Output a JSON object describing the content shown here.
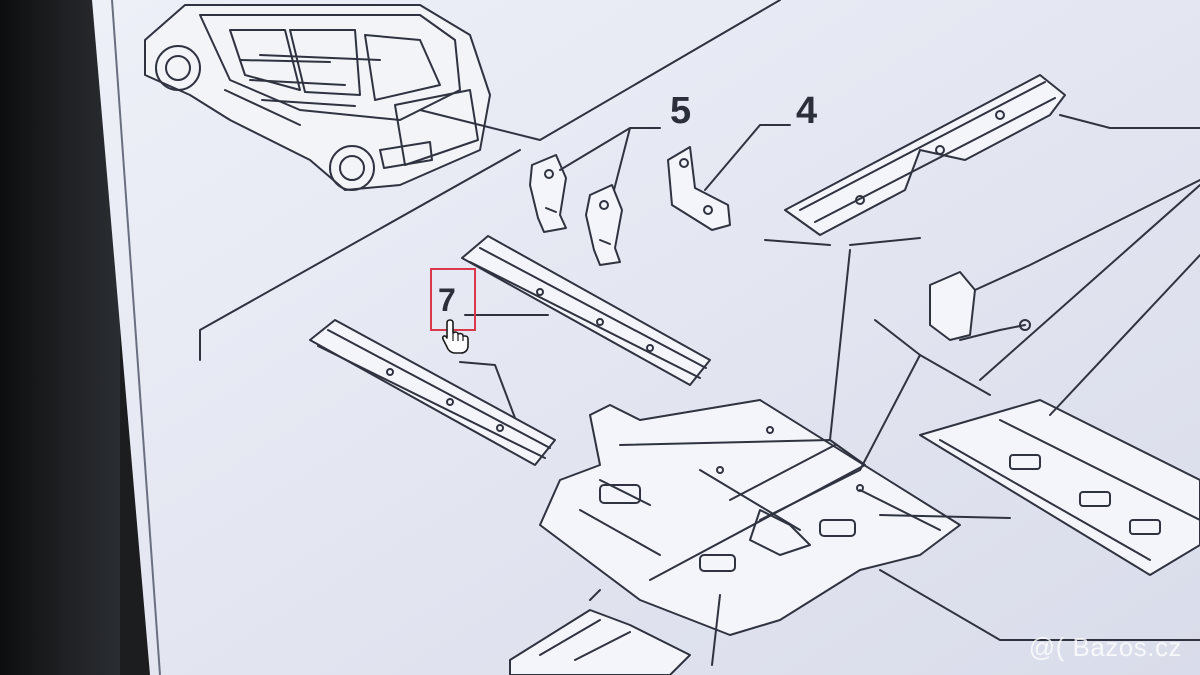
{
  "diagram": {
    "callouts": [
      {
        "id": "5",
        "label": "5"
      },
      {
        "id": "4",
        "label": "4"
      },
      {
        "id": "7",
        "label": "7"
      }
    ]
  },
  "watermark": {
    "text": "@( Bazos.cz"
  },
  "colors": {
    "screen_background": "#e6e9f4",
    "line_art": "#2f3340",
    "selection_highlight": "#d9394a",
    "bezel": "#111214"
  },
  "icons": [
    "hand-pointer-cursor-icon"
  ]
}
